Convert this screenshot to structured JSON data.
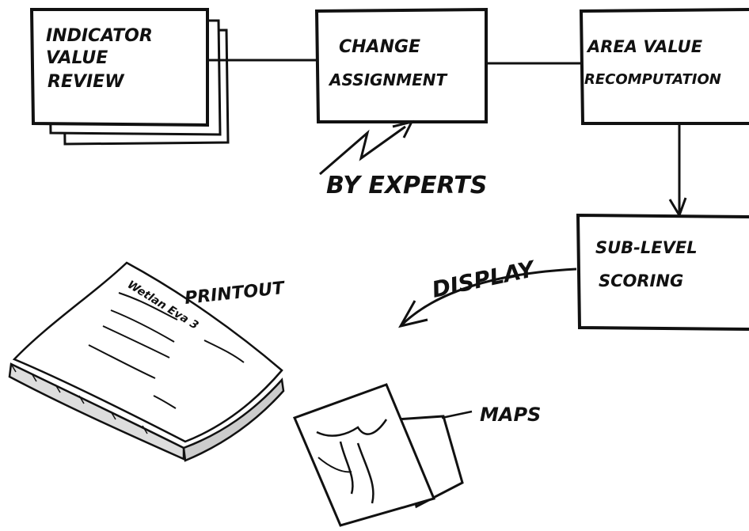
{
  "boxes": {
    "indicator_review": {
      "line1": "INDICATOR",
      "line2": "VALUE",
      "line3": "REVIEW"
    },
    "change_assignment": {
      "line1": "CHANGE",
      "line2": "ASSIGNMENT"
    },
    "area_value": {
      "line1": "AREA VALUE",
      "line2": "RECOMPUTATION"
    },
    "sub_level": {
      "line1": "SUB-LEVEL",
      "line2": "SCORING"
    }
  },
  "labels": {
    "by_experts": "BY EXPERTS",
    "display": "DISPLAY",
    "printout": "PRINTOUT",
    "maps": "MAPS",
    "printout_scribble": "Wetlan Eva 3"
  }
}
